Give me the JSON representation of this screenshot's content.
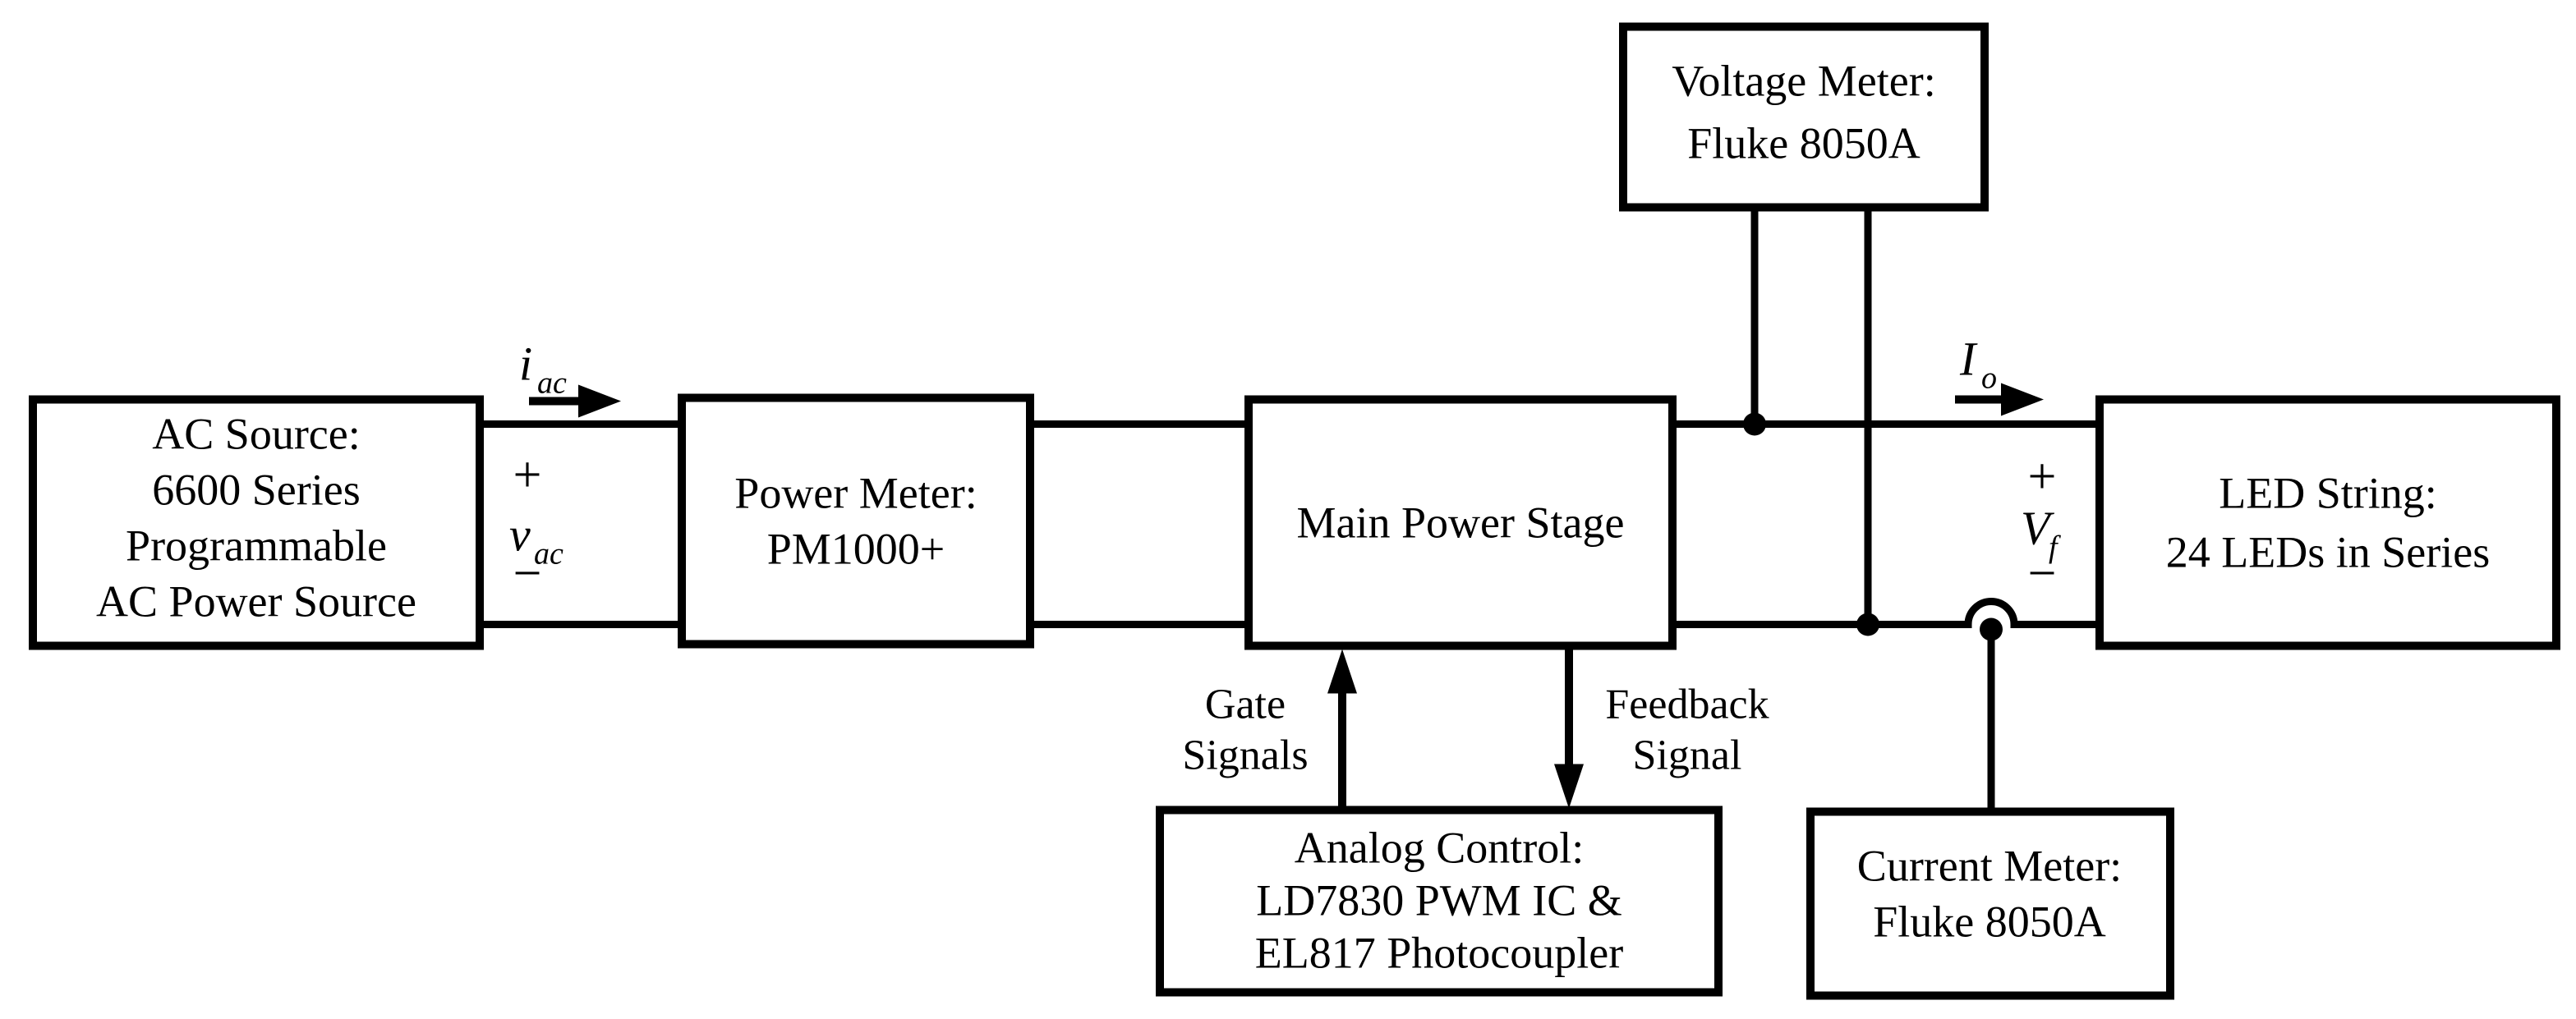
{
  "blocks": {
    "ac_source": {
      "lines": [
        "AC Source:",
        "6600 Series",
        "Programmable",
        "AC Power Source"
      ]
    },
    "power_meter": {
      "lines": [
        "Power Meter:",
        "PM1000+"
      ]
    },
    "main_power_stage": {
      "lines": [
        "Main Power Stage"
      ]
    },
    "led_string": {
      "lines": [
        "LED String:",
        "24 LEDs in Series"
      ]
    },
    "voltage_meter": {
      "lines": [
        "Voltage Meter:",
        "Fluke 8050A"
      ]
    },
    "current_meter": {
      "lines": [
        "Current Meter:",
        "Fluke 8050A"
      ]
    },
    "analog_control": {
      "lines": [
        "Analog Control:",
        "LD7830 PWM IC &",
        "EL817 Photocoupler"
      ]
    }
  },
  "signals": {
    "iac": {
      "symbol": "i",
      "subscript": "ac"
    },
    "vac": {
      "plus": "+",
      "symbol": "v",
      "subscript": "ac",
      "minus": "−"
    },
    "io": {
      "symbol": "I",
      "subscript": "o"
    },
    "vf": {
      "plus": "+",
      "symbol": "V",
      "subscript": "f",
      "minus": "−"
    },
    "gate": {
      "lines": [
        "Gate",
        "Signals"
      ]
    },
    "feedback": {
      "lines": [
        "Feedback",
        "Signal"
      ]
    }
  },
  "colors": {
    "ink": "#000000",
    "background": "#ffffff"
  }
}
